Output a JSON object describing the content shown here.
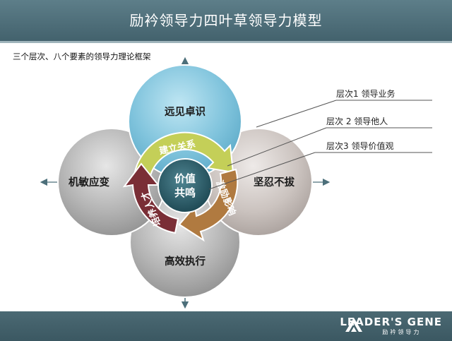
{
  "header": {
    "title": "励衿领导力四叶草领导力模型"
  },
  "subtitle": "三个层次、八个要素的领导力理论框架",
  "petals": {
    "top": "远见卓识",
    "left": "机敏应变",
    "right": "坚忍不拔",
    "bottom": "高效执行"
  },
  "arrows": {
    "top": "建立关系",
    "right": "激励影响",
    "left": "培养人才"
  },
  "center": {
    "line1": "价值",
    "line2": "共鸣"
  },
  "annotations": [
    {
      "text": "层次1 领导业务"
    },
    {
      "text": "层次 2 领导他人"
    },
    {
      "text": "层次3 领导价值观"
    }
  ],
  "footer": {
    "brand": "LEADER'S GENE",
    "brand_sub": "励衿领导力"
  },
  "colors": {
    "header": "#4f6f7a",
    "top_petal": "#7fc3dc",
    "gray_petal": "#a9a9a9",
    "right_petal": "#c9c1bd",
    "arrow_green": "#c4cf58",
    "arrow_tan": "#b07a40",
    "arrow_maroon": "#7a2e36",
    "center": "#2c5b67"
  }
}
